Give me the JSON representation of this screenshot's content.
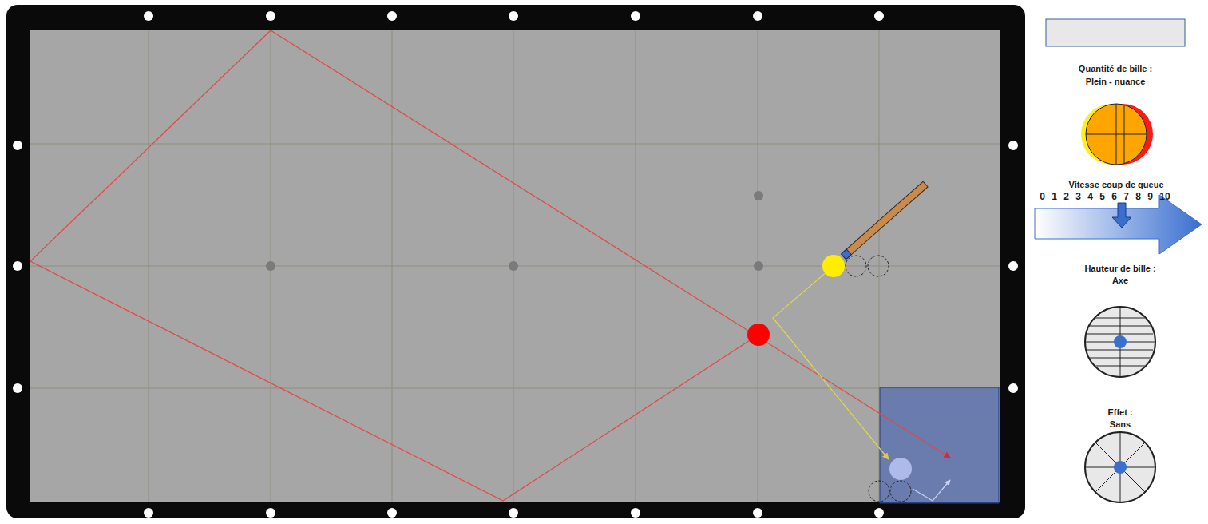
{
  "diagram": {
    "labels": [
      "Quantité de bille :",
      "Plein - nuance",
      "Vitesse coup de queue",
      "0 1 2 3 4 5 6 7 8 9 10",
      "Hauteur de bille :",
      "Axe",
      "Effet :",
      "Sans"
    ]
  }
}
